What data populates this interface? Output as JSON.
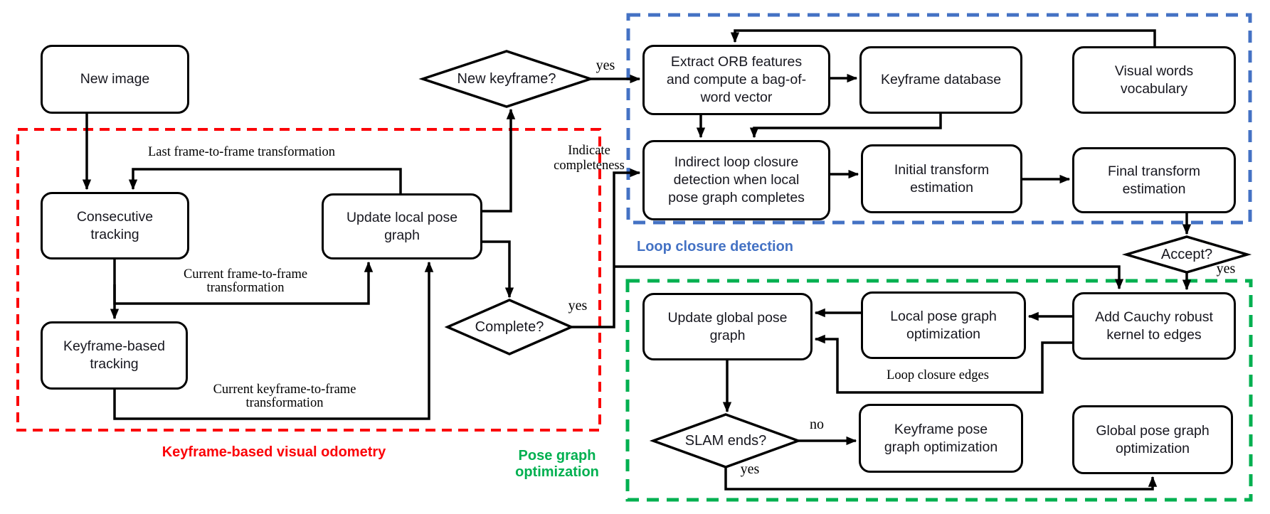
{
  "sections": {
    "visual_odometry": {
      "label": "Keyframe-based visual odometry"
    },
    "loop_closure": {
      "label": "Loop closure detection"
    },
    "pose_graph": {
      "label": "Pose graph optimization"
    }
  },
  "nodes": {
    "new_image": "New image",
    "consecutive_tracking": "Consecutive tracking",
    "update_local_pose_graph": "Update local pose graph",
    "keyframe_based_tracking": "Keyframe-based tracking",
    "extract_orb": "Extract ORB features and compute a bag-of-word vector",
    "keyframe_database": "Keyframe database",
    "visual_words_vocabulary": "Visual words vocabulary",
    "indirect_loop_closure": "Indirect loop closure detection when local pose graph completes",
    "initial_transform_estimation": "Initial transform estimation",
    "final_transform_estimation": "Final transform estimation",
    "update_global_pose_graph": "Update global pose graph",
    "local_pose_graph_optimization": "Local pose graph optimization",
    "add_cauchy": "Add Cauchy robust kernel to edges",
    "keyframe_pose_graph_optimization": "Keyframe pose graph optimization",
    "global_pose_graph_optimization": "Global pose graph optimization"
  },
  "decisions": {
    "new_keyframe": "New keyframe?",
    "complete": "Complete?",
    "accept": "Accept?",
    "slam_ends": "SLAM ends?"
  },
  "edge_labels": {
    "last_frame_to_frame": "Last frame-to-frame transformation",
    "current_frame_to_frame": "Current frame-to-frame transformation",
    "current_keyframe_to_frame": "Current keyframe-to-frame transformation",
    "indicate_completeness": "Indicate completeness",
    "loop_closure_edges": "Loop closure edges"
  },
  "branch_labels": {
    "new_keyframe_yes": "yes",
    "complete_yes": "yes",
    "accept_yes": "yes",
    "slam_ends_yes": "yes",
    "slam_ends_no": "no"
  },
  "colors": {
    "red": "#fb0207",
    "blue": "#4472c4",
    "green": "#00b050",
    "box_border": "#000000",
    "connector": "#000000",
    "text": "#17171f"
  }
}
